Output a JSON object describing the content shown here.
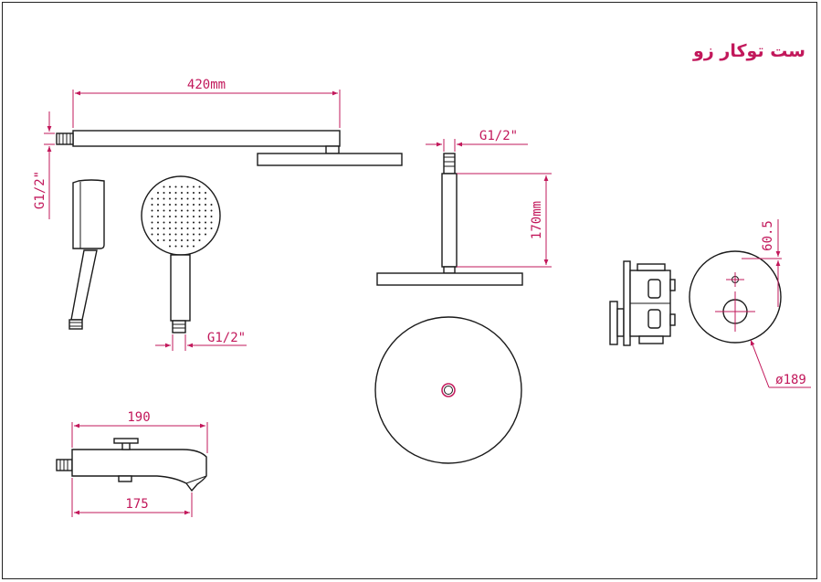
{
  "title": "ست توکار زو",
  "colors": {
    "dimension": "#c2185b",
    "outline": "#1a1a1a",
    "background": "#ffffff"
  },
  "dimensions": {
    "shower_arm_length": "420mm",
    "shower_arm_thread": "G1/2\"",
    "ceiling_arm_thread": "G1/2\"",
    "ceiling_arm_length": "170mm",
    "hand_shower_thread": "G1/2\"",
    "spout_length_top": "190",
    "spout_length_bottom": "175",
    "valve_offset": "60.5",
    "cover_plate_diameter": "ø189"
  }
}
